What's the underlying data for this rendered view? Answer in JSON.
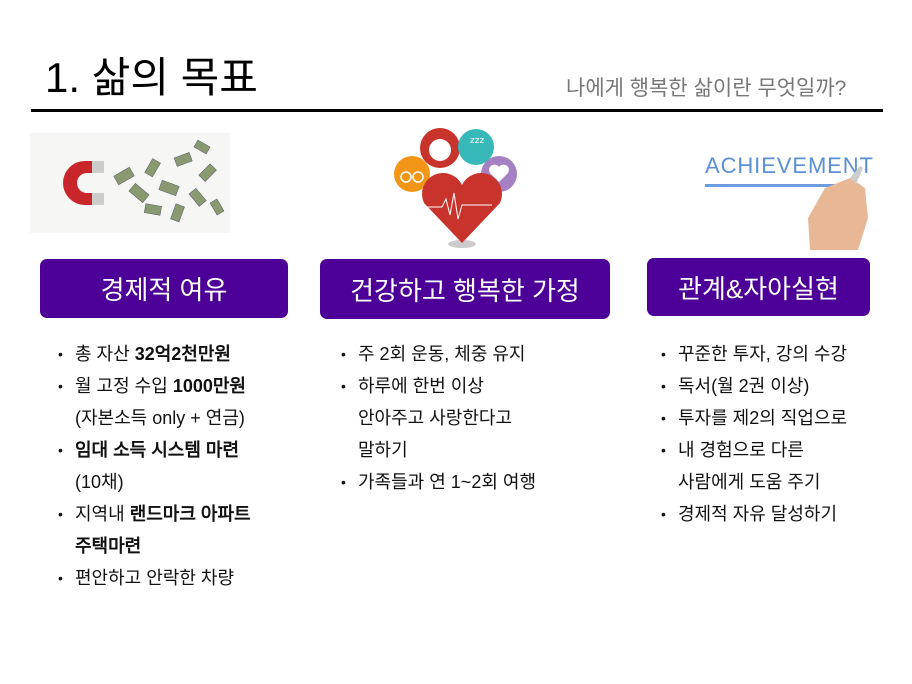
{
  "header": {
    "title": "1.  삶의 목표",
    "subtitle": "나에게 행복한 삶이란 무엇일까?"
  },
  "images": {
    "money": {
      "icon": "magnet-money-image"
    },
    "health": {
      "icon": "health-heart-image"
    },
    "achievement": {
      "icon": "achievement-hand-image",
      "text": "ACHIEVEMENT"
    }
  },
  "colors": {
    "accent": "#4d0097",
    "subtitle": "#777777"
  },
  "columns": [
    {
      "heading": "경제적 여유",
      "lines": [
        {
          "bullet": true,
          "segments": [
            {
              "t": "총 자산 ",
              "b": false
            },
            {
              "t": "32억2천만원",
              "b": true
            }
          ]
        },
        {
          "bullet": true,
          "segments": [
            {
              "t": "월 고정 수입 ",
              "b": false
            },
            {
              "t": "1000만원",
              "b": true
            }
          ]
        },
        {
          "bullet": false,
          "segments": [
            {
              "t": "(자본소득 only + 연금)",
              "b": false
            }
          ]
        },
        {
          "bullet": true,
          "segments": [
            {
              "t": "임대 소득 시스템 마련",
              "b": true
            }
          ]
        },
        {
          "bullet": false,
          "segments": [
            {
              "t": "(10채)",
              "b": false
            }
          ]
        },
        {
          "bullet": true,
          "segments": [
            {
              "t": "지역내 ",
              "b": false
            },
            {
              "t": "랜드마크 아파트",
              "b": true
            }
          ]
        },
        {
          "bullet": false,
          "segments": [
            {
              "t": "주택마련",
              "b": true
            }
          ]
        },
        {
          "bullet": true,
          "segments": [
            {
              "t": "편안하고 안락한 차량",
              "b": false
            }
          ]
        }
      ]
    },
    {
      "heading": "건강하고 행복한 가정",
      "lines": [
        {
          "bullet": true,
          "segments": [
            {
              "t": "주 2회 운동, 체중 유지",
              "b": false
            }
          ]
        },
        {
          "bullet": true,
          "segments": [
            {
              "t": "하루에 한번 이상",
              "b": false
            }
          ]
        },
        {
          "bullet": false,
          "segments": [
            {
              "t": "안아주고 사랑한다고",
              "b": false
            }
          ]
        },
        {
          "bullet": false,
          "segments": [
            {
              "t": "말하기",
              "b": false
            }
          ]
        },
        {
          "bullet": true,
          "segments": [
            {
              "t": "가족들과 연 1~2회 여행",
              "b": false
            }
          ]
        }
      ]
    },
    {
      "heading": "관계&자아실현",
      "lines": [
        {
          "bullet": true,
          "segments": [
            {
              "t": "꾸준한 투자, 강의 수강",
              "b": false
            }
          ]
        },
        {
          "bullet": true,
          "segments": [
            {
              "t": "독서(월 2권 이상)",
              "b": false
            }
          ]
        },
        {
          "bullet": true,
          "segments": [
            {
              "t": "투자를 제2의 직업으로",
              "b": false
            }
          ]
        },
        {
          "bullet": true,
          "segments": [
            {
              "t": "내 경험으로 다른",
              "b": false
            }
          ]
        },
        {
          "bullet": false,
          "segments": [
            {
              "t": "사람에게 도움 주기",
              "b": false
            }
          ]
        },
        {
          "bullet": true,
          "segments": [
            {
              "t": "경제적 자유 달성하기",
              "b": false
            }
          ]
        }
      ]
    }
  ]
}
